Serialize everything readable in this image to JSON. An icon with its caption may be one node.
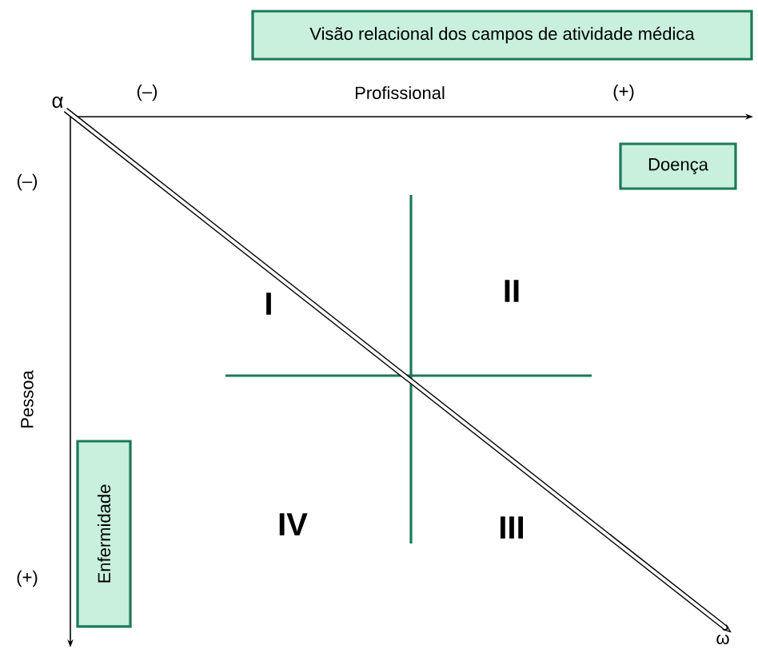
{
  "diagram": {
    "nodes": [
      {
        "text": [
          "Visão relacional dos campos de atividade médica"
        ]
      },
      {
        "text": [
          "Doença"
        ]
      },
      {
        "text": [
          "Enfermidade"
        ]
      },
      {
        "text": [
          "α"
        ]
      },
      {
        "text": [
          "ω"
        ]
      }
    ],
    "edges": [
      {
        "from": 3,
        "to": 4,
        "arrow": "to"
      }
    ],
    "labels": [
      "(–)",
      "Profissional",
      "(+)",
      "(–)",
      "Pessoa",
      "(+)",
      "I",
      "II",
      "IV",
      "III"
    ]
  }
}
